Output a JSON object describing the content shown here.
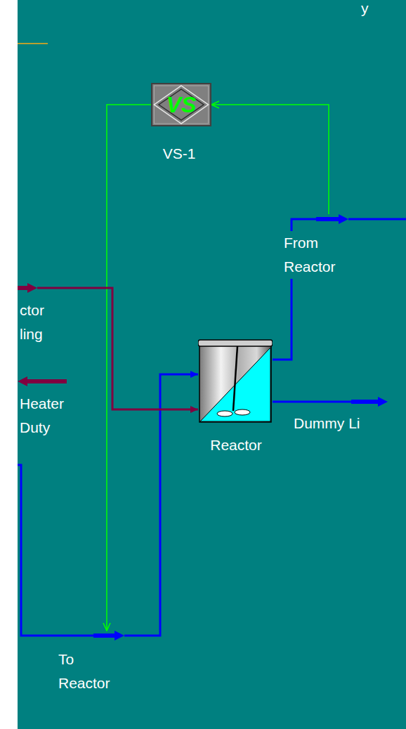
{
  "diagram": {
    "nodes": [
      {
        "text": [
          "VS",
          "VS-1"
        ]
      },
      {
        "text": [
          "Reactor"
        ]
      },
      {
        "text": [
          "From Reactor"
        ]
      },
      {
        "text": [
          "To Reactor"
        ]
      },
      {
        "text": [
          "Dummy Li"
        ]
      },
      {
        "text": [
          "ctor ling"
        ]
      },
      {
        "text": [
          "Heater Duty"
        ]
      }
    ],
    "edges": [
      {
        "from": 2,
        "to": 0,
        "arrow": "to"
      },
      {
        "from": 0,
        "to": 3,
        "arrow": "to"
      },
      {
        "from": 3,
        "to": 1,
        "arrow": "to"
      },
      {
        "from": 1,
        "to": 2,
        "arrow": "none"
      },
      {
        "from": 1,
        "to": 4,
        "arrow": "none"
      },
      {
        "from": 5,
        "to": 1,
        "arrow": "to"
      }
    ],
    "labels": [
      "y"
    ]
  }
}
